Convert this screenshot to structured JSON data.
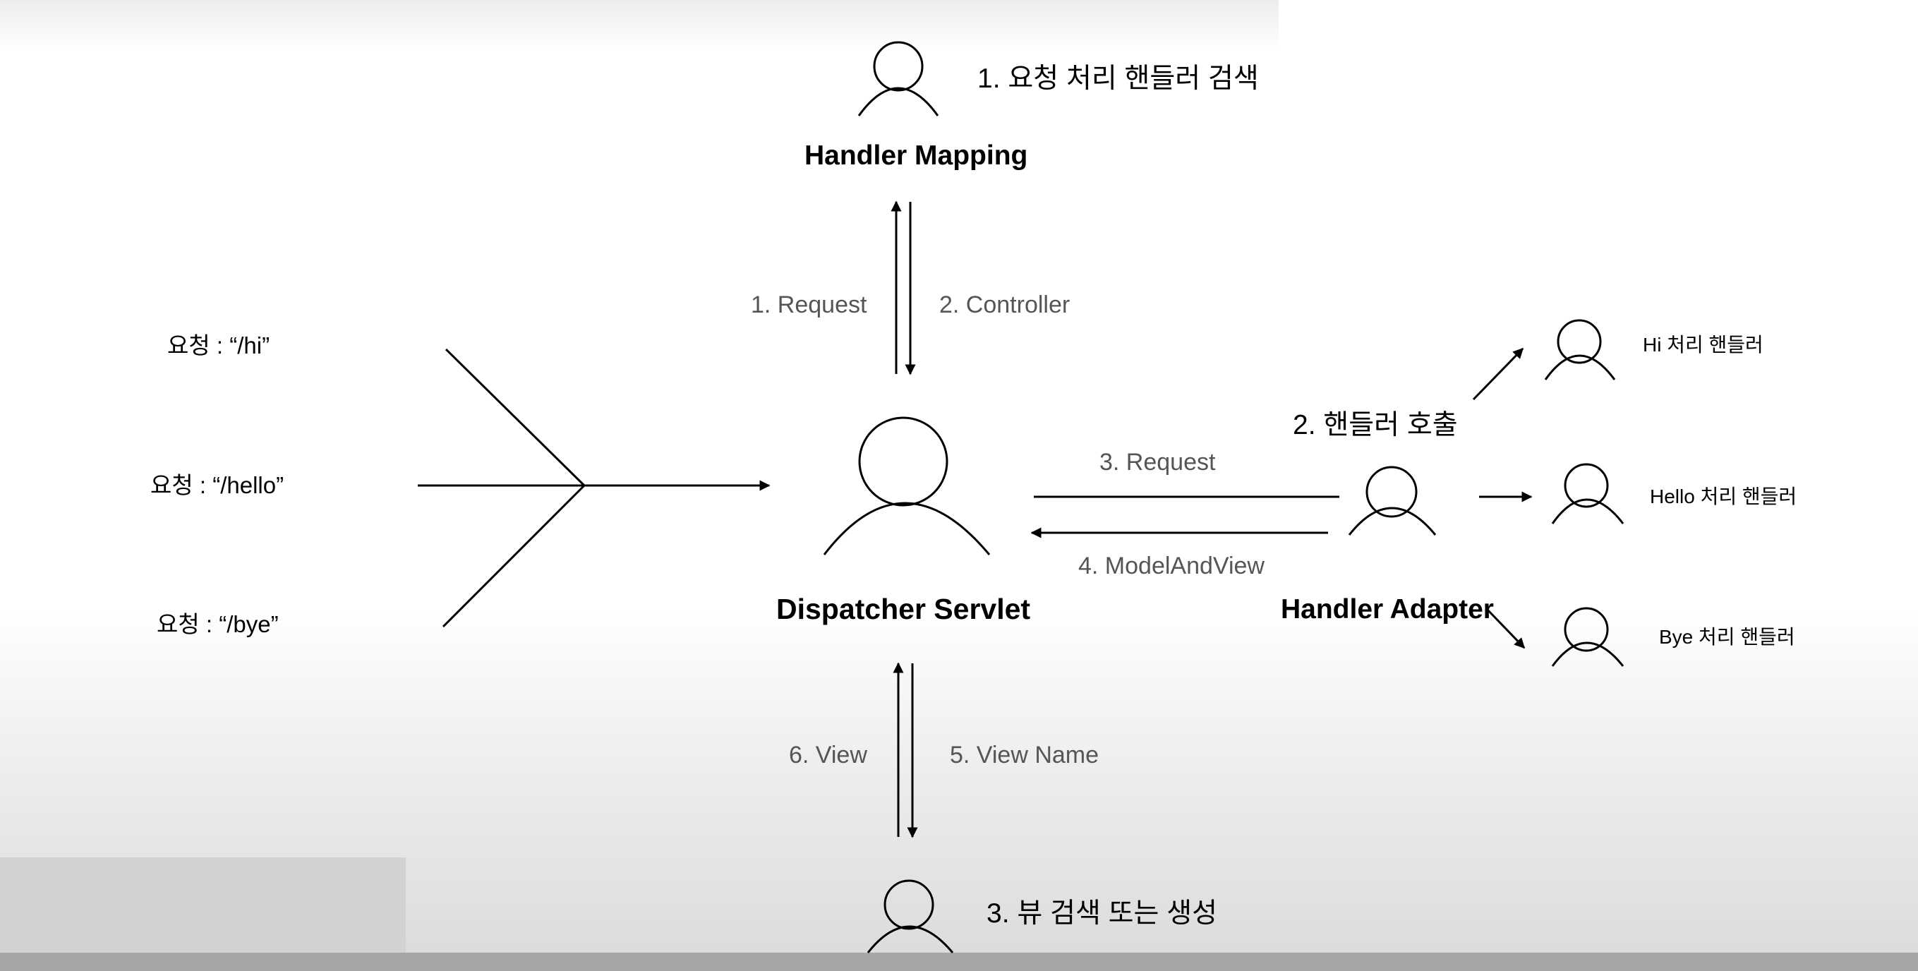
{
  "requests": [
    {
      "label": "요청 : “/hi”"
    },
    {
      "label": "요청 : “/hello”"
    },
    {
      "label": "요청 : “/bye”"
    }
  ],
  "handler_mapping": {
    "title": "Handler Mapping",
    "step_note": "1. 요청 처리 핸들러 검색",
    "arrow_request": "1. Request",
    "arrow_controller": "2. Controller"
  },
  "dispatcher_servlet": {
    "title": "Dispatcher Servlet"
  },
  "handler_adapter": {
    "title": "Handler Adapter",
    "step_note": "2. 핸들러 호출",
    "arrow_request": "3. Request",
    "arrow_model_and_view": "4. ModelAndView"
  },
  "handlers": [
    {
      "label": "Hi 처리 핸들러"
    },
    {
      "label": "Hello 처리 핸들러"
    },
    {
      "label": "Bye 처리 핸들러"
    }
  ],
  "view_resolver": {
    "step_note": "3. 뷰 검색 또는 생성",
    "arrow_view": "6. View",
    "arrow_view_name": "5. View Name"
  }
}
